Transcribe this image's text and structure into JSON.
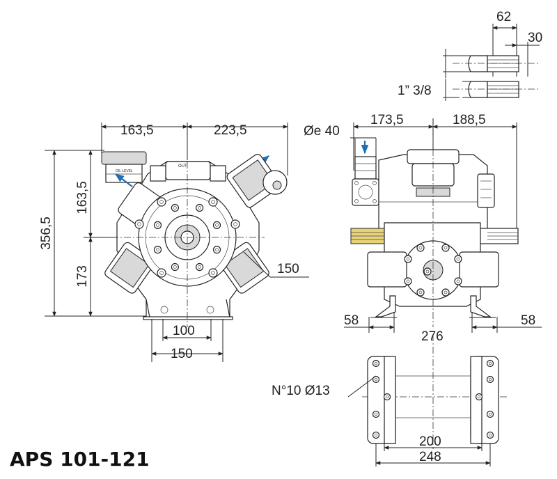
{
  "title": "APS 101-121",
  "dimensions": {
    "d62": "62",
    "d30": "30",
    "thread": "1” 3/8",
    "d163_5_top": "163,5",
    "d223_5": "223,5",
    "d163_5_side": "163,5",
    "d356_5": "356,5",
    "d173": "173",
    "d150_right": "150",
    "d100": "100",
    "d150_bottom": "150",
    "de40": "Øe 40",
    "d173_5": "173,5",
    "d188_5": "188,5",
    "d58_left": "58",
    "d58_right": "58",
    "d276": "276",
    "holes": "N°10 Ø13",
    "d200": "200",
    "d248": "248"
  },
  "labels": {
    "oil_level": "OIL LEVEL",
    "out": "OUT"
  },
  "colors": {
    "arrow_blue": "#1f6fb5",
    "shaft_yellow": "#e8d27a"
  }
}
